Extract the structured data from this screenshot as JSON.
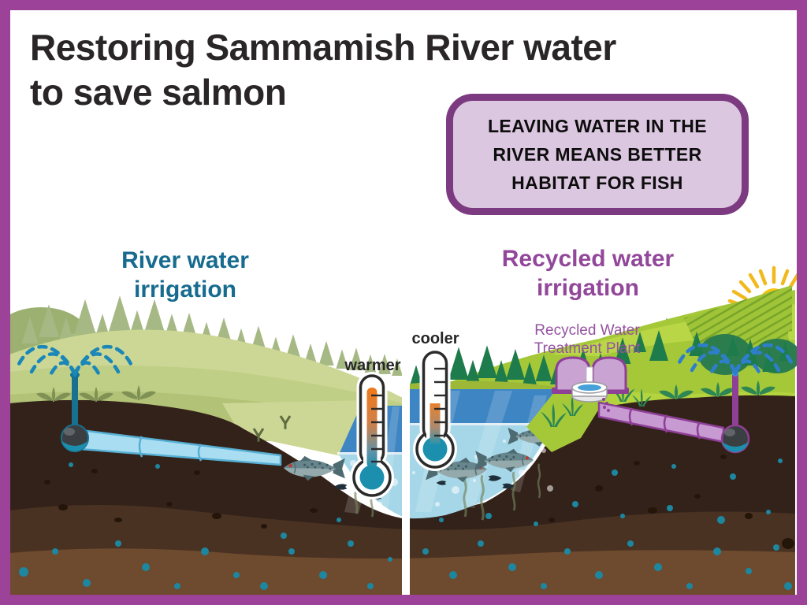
{
  "title": {
    "line1": "Restoring Sammamish River water",
    "line2": "to save salmon",
    "color": "#2a2627"
  },
  "callout": {
    "text": "LEAVING WATER IN THE RIVER MEANS BETTER HABITAT FOR FISH",
    "border_color": "#7c3a80",
    "background": "#dcc7e1",
    "text_color": "#0d0d0d"
  },
  "sections": {
    "left": {
      "heading": "River water irrigation",
      "heading_color": "#176b8f",
      "thermometer_label": "warmer"
    },
    "right": {
      "heading": "Recycled water irrigation",
      "heading_color": "#92479a",
      "thermometer_label": "cooler",
      "plant_label": "Recycled Water Treatment Plant"
    }
  },
  "palette": {
    "frame": "#9c4298",
    "deep_water": "#3e86c3",
    "shallow_water": "#a6d7e8",
    "soil_dark": "#33221a",
    "soil_mid": "#4a3222",
    "soil_light": "#6e4a2e",
    "left_field_green": "#c9d592",
    "right_field_green": "#a5c838",
    "river_pipe": "#a9ddf2",
    "recycled_pipe": "#c79ad2",
    "sun": "#f6c513",
    "thermometer_hot": "#f07a1a",
    "thermometer_cold": "#1b8fad"
  },
  "icons": {
    "sun": "sun-icon",
    "thermometer_warm": "thermometer-warmer-icon",
    "thermometer_cool": "thermometer-cooler-icon",
    "sprinkler": "sprinkler-icon",
    "salmon": "salmon-icon",
    "treatment_plant": "treatment-plant-icon",
    "river_pipe": "river-intake-pipe-icon",
    "recycled_pipe": "recycled-water-pipe-icon"
  }
}
